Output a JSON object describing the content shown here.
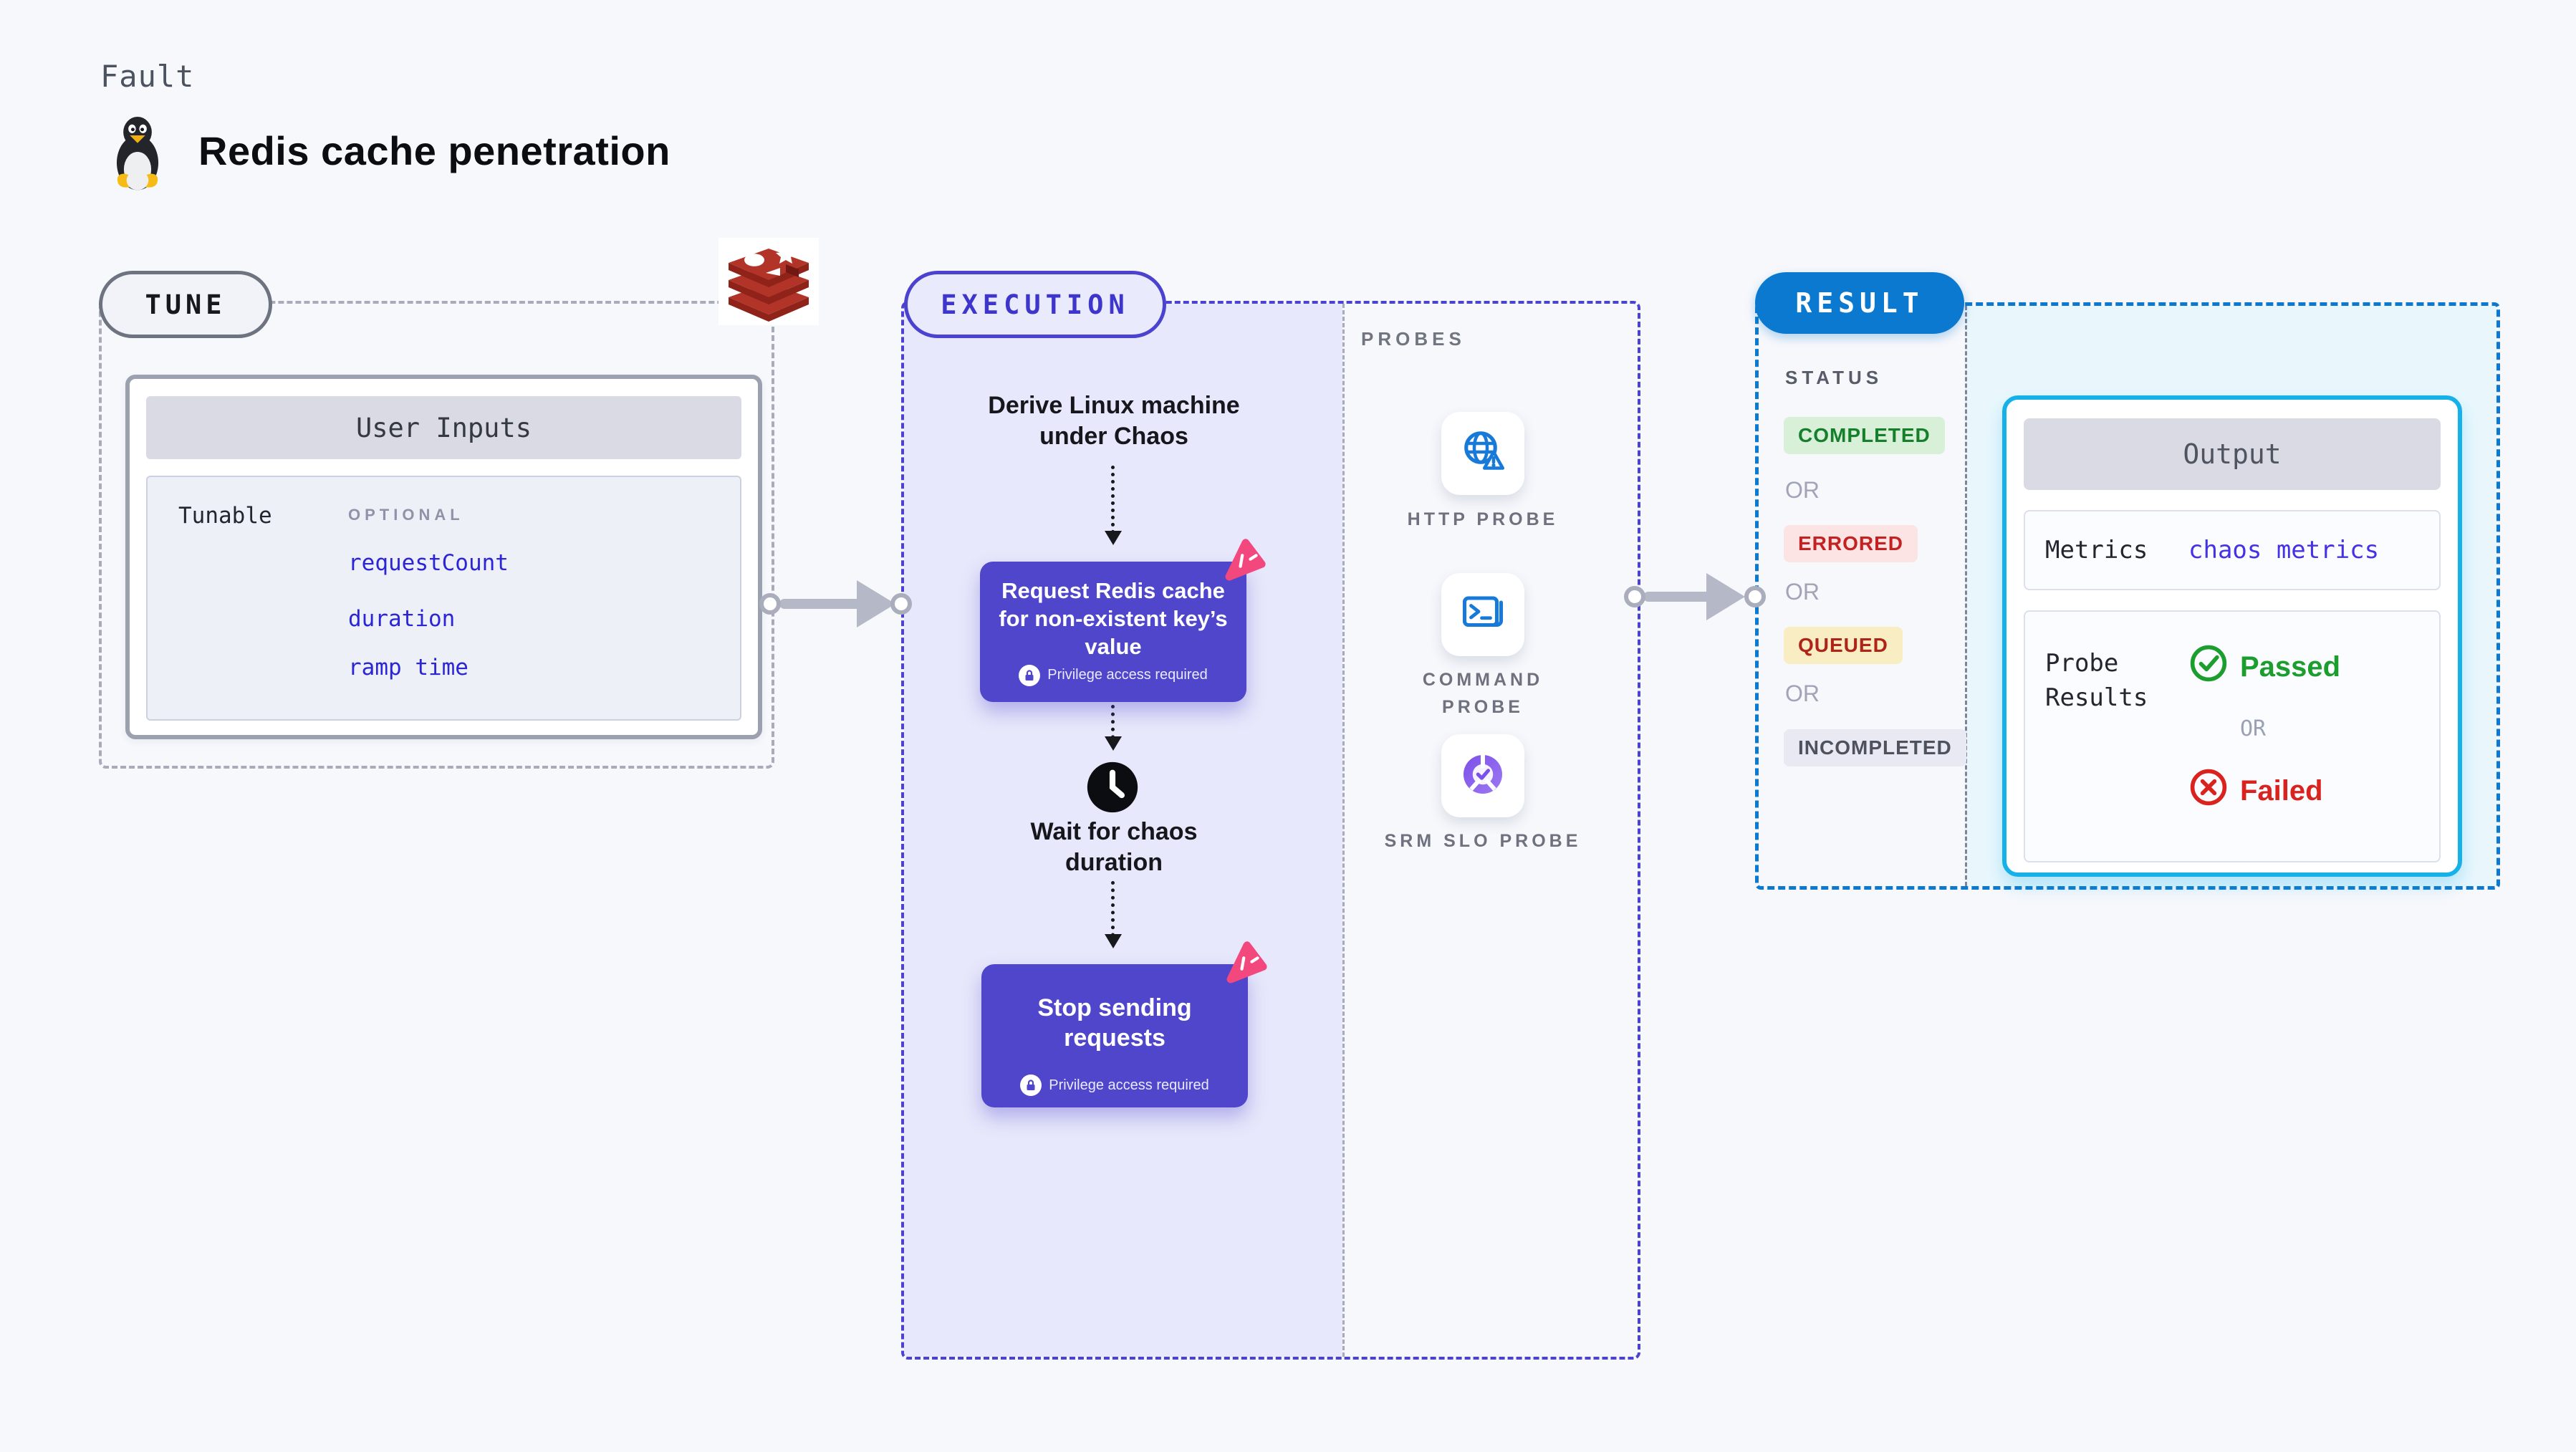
{
  "header": {
    "kicker": "Fault",
    "title": "Redis cache penetration",
    "title_icon": "tux-linux-icon"
  },
  "colors": {
    "accent_indigo": "#4B42CF",
    "node_purple": "#4F46CB",
    "lavender_bg": "#E7E8FB",
    "result_blue": "#0B79CF",
    "output_border_cyan": "#17B1EA",
    "cyan_bg": "#E9F7FD",
    "link_blue": "#2B25D6",
    "passed_green": "#1B9E2E",
    "failed_red": "#D8231F",
    "redis_red": "#B23327",
    "pink_badge": "#F2487E",
    "probe_icon_blue": "#1779D8",
    "srm_purple": "#8B5CF6"
  },
  "tune": {
    "badge": "TUNE",
    "logo": "redis-logo",
    "card": {
      "title": "User Inputs",
      "row_label": "Tunable",
      "optional": "OPTIONAL",
      "params": [
        "requestCount",
        "duration",
        "ramp time"
      ]
    }
  },
  "execution": {
    "badge": "EXECUTION",
    "derive_step": "Derive Linux machine under Chaos",
    "request_step": "Request Redis cache for non-existent key’s value",
    "wait_step": "Wait for chaos duration",
    "stop_step": "Stop sending requests",
    "privilege_note": "Privilege access required",
    "probes": {
      "label": "PROBES",
      "items": [
        {
          "name": "HTTP PROBE",
          "icon": "globe-warning-icon"
        },
        {
          "name": "COMMAND PROBE",
          "icon": "terminal-icon"
        },
        {
          "name": "SRM SLO PROBE",
          "icon": "slo-donut-check-icon"
        }
      ]
    }
  },
  "result": {
    "badge": "RESULT",
    "status": {
      "label": "STATUS",
      "separator": "OR",
      "values": [
        {
          "text": "COMPLETED",
          "tone": "green"
        },
        {
          "text": "ERRORED",
          "tone": "red"
        },
        {
          "text": "QUEUED",
          "tone": "yellow"
        },
        {
          "text": "INCOMPLETED",
          "tone": "grey"
        }
      ]
    },
    "output": {
      "title": "Output",
      "metrics_label": "Metrics",
      "metrics_value": "chaos metrics",
      "probe_results_label": "Probe Results",
      "passed": "Passed",
      "or": "OR",
      "failed": "Failed"
    }
  }
}
